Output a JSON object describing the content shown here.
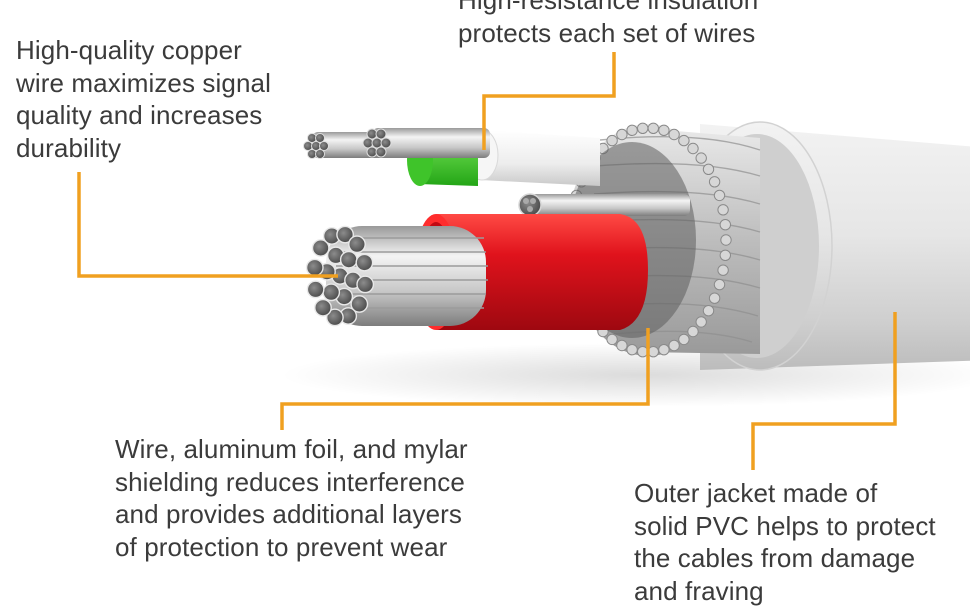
{
  "colors": {
    "leader": "#F0A020",
    "text": "#3B3B3B",
    "jacket": "#E4E4E4",
    "red_insulation": "#D8101C",
    "green_insulation": "#3FC42A",
    "copper_strands": "#BDBDBD"
  },
  "labels": {
    "copper": [
      "High-quality copper",
      "wire maximizes signal",
      "quality and increases",
      "durability"
    ],
    "insulation": [
      "High-resistance insulation",
      "protects each set of wires"
    ],
    "shielding": [
      "Wire, aluminum foil, and mylar",
      "shielding reduces interference",
      "and provides additional layers",
      "of protection to prevent wear"
    ],
    "jacket": [
      "Outer jacket made of",
      "solid PVC helps to protect",
      "the cables from damage",
      "and fraving"
    ]
  }
}
